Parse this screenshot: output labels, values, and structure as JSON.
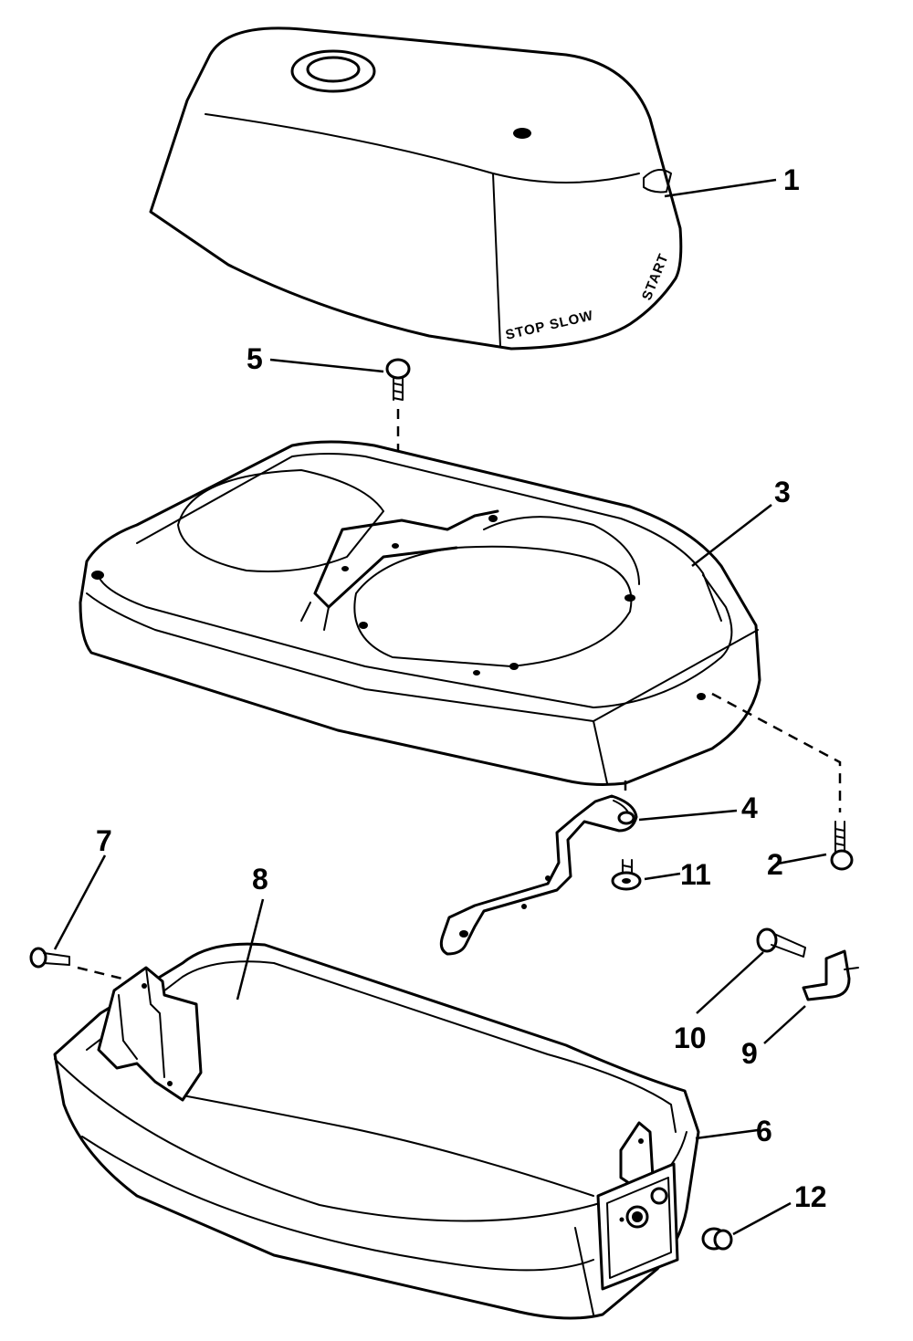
{
  "callouts": [
    "1",
    "2",
    "3",
    "4",
    "5",
    "6",
    "7",
    "8",
    "9",
    "10",
    "11",
    "12"
  ],
  "decal": {
    "stop_slow": "STOP SLOW",
    "start": "START"
  }
}
